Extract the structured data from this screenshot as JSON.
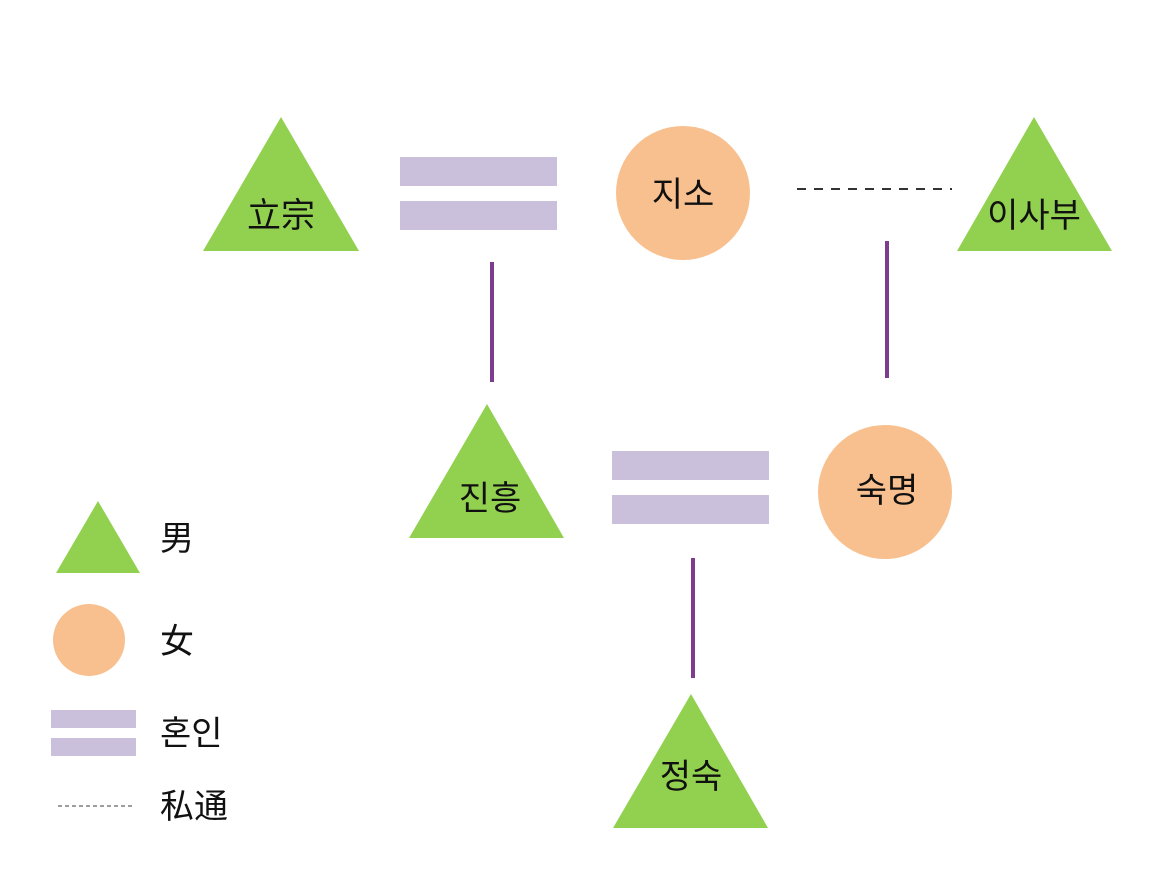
{
  "colors": {
    "male": "#92d050",
    "female": "#f9c08f",
    "marriage": "#cbc0dc",
    "descent": "#7e3c8e",
    "affair": "#333333",
    "legend_dash": "#7f7f7f"
  },
  "people": {
    "ipjong": {
      "name": "立宗",
      "sex": "male",
      "shape": "triangle"
    },
    "jiso": {
      "name": "지소",
      "sex": "female",
      "shape": "circle"
    },
    "isabu": {
      "name": "이사부",
      "sex": "male",
      "shape": "triangle"
    },
    "jinheung": {
      "name": "진흥",
      "sex": "male",
      "shape": "triangle"
    },
    "sukmyeong": {
      "name": "숙명",
      "sex": "female",
      "shape": "circle"
    },
    "jeongsuk": {
      "name": "정숙",
      "sex": "male",
      "shape": "triangle"
    }
  },
  "relations": [
    {
      "type": "marriage",
      "between": [
        "立宗",
        "지소"
      ]
    },
    {
      "type": "affair",
      "between": [
        "지소",
        "이사부"
      ]
    },
    {
      "type": "descent",
      "parents": [
        "立宗",
        "지소"
      ],
      "child": "진흥"
    },
    {
      "type": "descent",
      "parents": [
        "이사부"
      ],
      "child": "숙명"
    },
    {
      "type": "marriage",
      "between": [
        "진흥",
        "숙명"
      ]
    },
    {
      "type": "descent",
      "parents": [
        "진흥",
        "숙명"
      ],
      "child": "정숙"
    }
  ],
  "legend": {
    "male": "男",
    "female": "女",
    "marriage": "혼인",
    "affair": "私通"
  }
}
